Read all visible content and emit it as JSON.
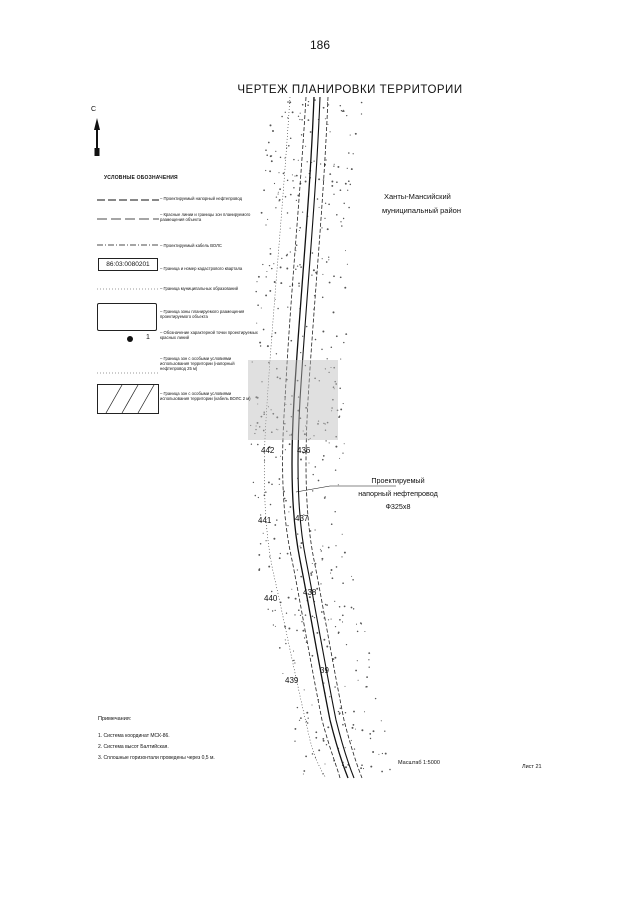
{
  "page_number": "186",
  "title": "ЧЕРТЕЖ ПЛАНИРОВКИ ТЕРРИТОРИИ",
  "north_label": "С",
  "legend": {
    "heading": "УСЛОВНЫЕ ОБОЗНАЧЕНИЯ",
    "items": [
      "– Проектируемый напорный нефтепровод",
      "– Красные линии и границы зон планируемого размещения объекта",
      "– Проектируемый кабель ВОЛС",
      "– Граница и номер кадастрового квартала",
      "– Граница муниципальных образований",
      "– Граница зоны планируемого размещения проектируемого объекта",
      "– Обозначение характерной точки проектируемых красных линий",
      "– Граница зон с особыми условиями использования территории (напорный нефтепровод 25 м)",
      "– Граница зон с особыми условиями использования территории (кабель ВОЛС 2 м)"
    ],
    "cadastral_code": "86:03:0080201",
    "point_number": "1"
  },
  "region_label": [
    "Ханты-Мансийский",
    "муниципальный район"
  ],
  "callout": [
    "Проектируемый",
    "напорный нефтепровод",
    "Ф325х8"
  ],
  "point_labels": [
    "442",
    "436",
    "441",
    "437",
    "440",
    "438",
    "439",
    "39"
  ],
  "notes": {
    "heading": "Примечания:",
    "items": [
      "1. Система координат МСК-86.",
      "2. Система высот Балтийская.",
      "3. Сплошные горизонтали проведены через 0,5 м."
    ]
  },
  "scale": "Масштаб 1:5000",
  "sheet": "Лист 21"
}
